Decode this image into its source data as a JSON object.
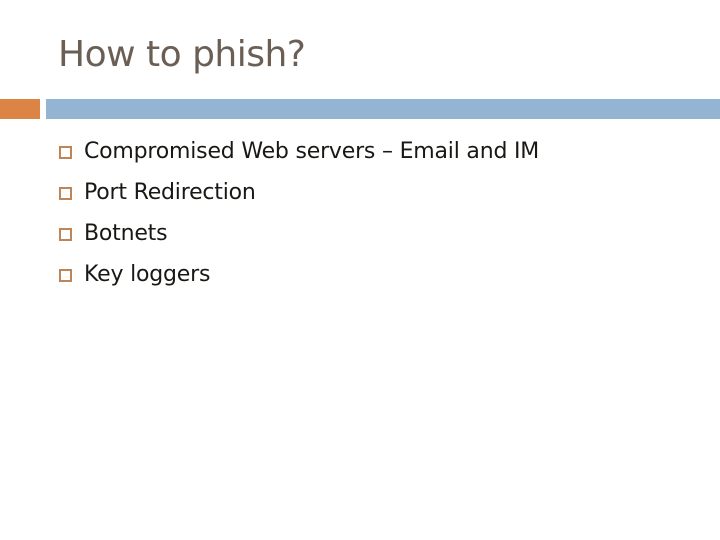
{
  "slide": {
    "title": "How to phish?",
    "bullets": [
      "Compromised Web servers – Email and IM",
      "Port Redirection",
      "Botnets",
      "Key loggers"
    ],
    "colors": {
      "title_text": "#6B5E54",
      "body_text": "#1A1814",
      "accent_orange": "#DB8446",
      "band_blue": "#93B5D3",
      "bullet_border": "#C08557",
      "background": "#FFFFFF"
    }
  }
}
